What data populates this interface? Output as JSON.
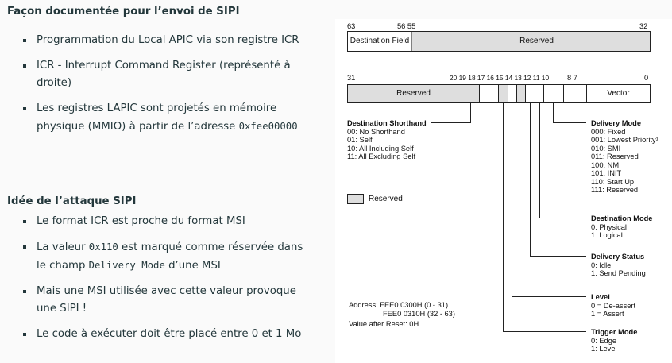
{
  "left": {
    "section1_title": "Façon documentée pour l’envoi de SIPI",
    "section1_bullets": [
      {
        "parts": [
          {
            "t": "Programmation du Local APIC via son registre ICR"
          }
        ]
      },
      {
        "parts": [
          {
            "t": "ICR - Interrupt Command Register (représenté à droite)"
          }
        ]
      },
      {
        "parts": [
          {
            "t": "Les registres LAPIC sont projetés en mémoire physique (MMIO) à partir de l’adresse "
          },
          {
            "t": "0xfee00000",
            "mono": true
          }
        ]
      }
    ],
    "section2_title": "Idée de l’attaque SIPI",
    "section2_bullets": [
      {
        "parts": [
          {
            "t": "Le format ICR est proche du format MSI"
          }
        ]
      },
      {
        "parts": [
          {
            "t": "La valeur "
          },
          {
            "t": "0x110",
            "mono": true
          },
          {
            "t": " est marqué comme réservée dans le champ "
          },
          {
            "t": "Delivery Mode",
            "mono": true
          },
          {
            "t": " d’une MSI"
          }
        ]
      },
      {
        "parts": [
          {
            "t": "Mais une MSI utilisée avec cette valeur provoque une SIPI !"
          }
        ]
      },
      {
        "parts": [
          {
            "t": "Le code à exécuter doit être placé entre 0 et 1 Mo"
          }
        ]
      }
    ]
  },
  "diagram": {
    "top_reg": {
      "bit_labels": [
        "63",
        "56 55",
        "32"
      ],
      "dest_field": "Destination Field",
      "reserved": "Reserved"
    },
    "bottom_reg": {
      "bit_labels": [
        "31",
        "20 19 18 17 16  15 14 13 12  11 10",
        "8  7",
        "0"
      ],
      "reserved": "Reserved",
      "vector": "Vector"
    },
    "shorthand": {
      "title": "Destination Shorthand",
      "lines": [
        "00: No Shorthand",
        "01: Self",
        "10: All Including Self",
        "11: All Excluding Self"
      ]
    },
    "legend_reserved": "Reserved",
    "delivery_mode": {
      "title": "Delivery Mode",
      "lines": [
        "000: Fixed",
        "001: Lowest Priority¹",
        "010: SMI",
        "011: Reserved",
        "100: NMI",
        "101: INIT",
        "110: Start Up",
        "111: Reserved"
      ]
    },
    "dest_mode": {
      "title": "Destination Mode",
      "lines": [
        "0: Physical",
        "1: Logical"
      ]
    },
    "delivery_status": {
      "title": "Delivery Status",
      "lines": [
        "0: Idle",
        "1: Send Pending"
      ]
    },
    "level": {
      "title": "Level",
      "lines": [
        "0 = De-assert",
        "1 = Assert"
      ]
    },
    "trigger_mode": {
      "title": "Trigger Mode",
      "lines": [
        "0: Edge",
        "1: Level"
      ]
    },
    "address_lines": [
      "Address: FEE0 0300H (0 - 31)",
      "FEE0 0310H (32 - 63)",
      "Value after Reset: 0H"
    ],
    "colors": {
      "reserved_fill": "#dedede",
      "line": "#222222"
    }
  }
}
